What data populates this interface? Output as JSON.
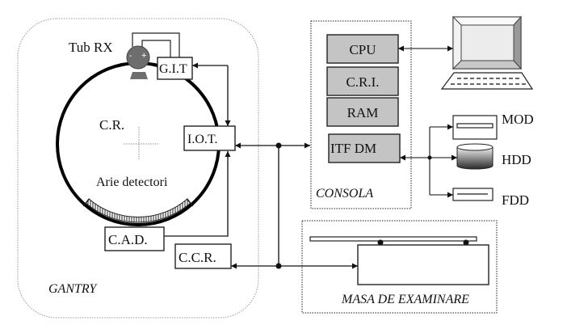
{
  "gantry": {
    "title": "GANTRY",
    "tube_label": "Tub RX",
    "tube_minus": "-",
    "tube_plus": "+",
    "rotation_center_label": "C.R.",
    "detectors_label": "Arie detectori",
    "blocks": {
      "git": "G.I.T",
      "iot": "I.O.T.",
      "cad": "C.A.D.",
      "ccr": "C.C.R."
    }
  },
  "console": {
    "title": "CONSOLA",
    "blocks": [
      "CPU",
      "C.R.I.",
      "RAM",
      "ITF DM"
    ]
  },
  "storage": {
    "devices": [
      "MOD",
      "HDD",
      "FDD"
    ]
  },
  "table": {
    "title": "MASA DE EXAMINARE"
  },
  "colors": {
    "block_fill": "#c4c4c4",
    "tube_fill": "#6e6e6e"
  }
}
